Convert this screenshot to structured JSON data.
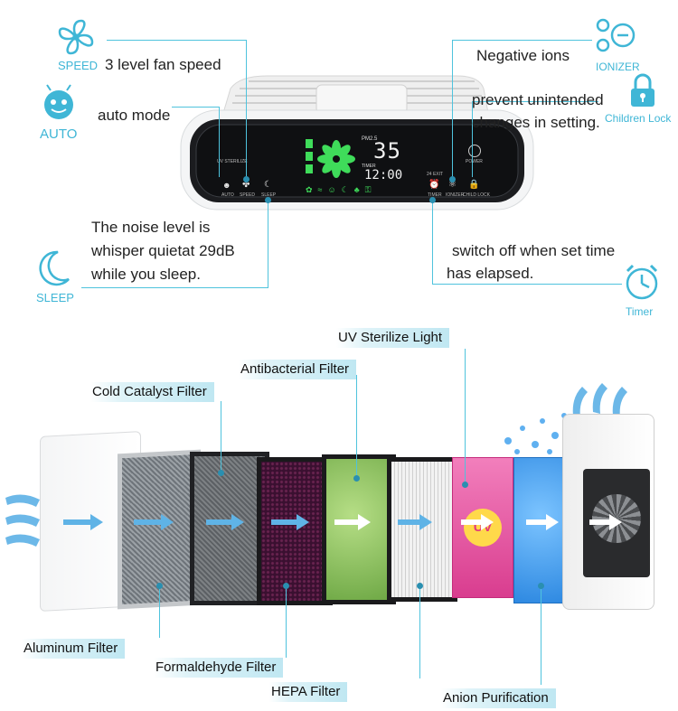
{
  "features": {
    "speed": {
      "icon_label": "SPEED",
      "text": "3 level fan speed"
    },
    "auto": {
      "icon_label": "AUTO",
      "text": "auto mode"
    },
    "sleep": {
      "icon_label": "SLEEP",
      "line1": "The noise level is",
      "line2": "whisper quietat 29dB",
      "line3": "while you sleep."
    },
    "ionizer": {
      "icon_label": "IONIZER",
      "text": "Negative ions"
    },
    "lock": {
      "icon_label": "Children Lock",
      "line1": "prevent unintended",
      "line2": "changes in setting."
    },
    "timer": {
      "icon_label": "Timer",
      "line1": "switch off when set time",
      "line2": "has elapsed."
    }
  },
  "display": {
    "pm_value": "35",
    "pm_label": "PM2.5",
    "timer_value": "12:00",
    "timer_label": "TIMER",
    "btn_uv": "UV STERILIZE",
    "btn_auto": "AUTO",
    "btn_speed": "SPEED",
    "btn_sleep": "SLEEP",
    "btn_timer": "TIMER",
    "btn_ionizer": "IONIZER",
    "btn_lock": "CHILD LOCK",
    "btn_power": "POWER",
    "btn_24h": "24 EXIT"
  },
  "filters": {
    "uv": "UV Sterilize Light",
    "antibacterial": "Antibacterial Filter",
    "cold_catalyst": "Cold Catalyst Filter",
    "aluminum": "Aluminum Filter",
    "formaldehyde": "Formaldehyde Filter",
    "hepa": "HEPA Filter",
    "anion": "Anion Purification"
  },
  "uv_badge": "UV",
  "colors": {
    "accent": "#3fb6d6",
    "display_green": "#3fdc5a",
    "filter_green": "#7ec14f",
    "filter_pink": "#ec4fa0",
    "filter_blue": "#3b9df0",
    "filter_purple": "#4a1a3a"
  }
}
